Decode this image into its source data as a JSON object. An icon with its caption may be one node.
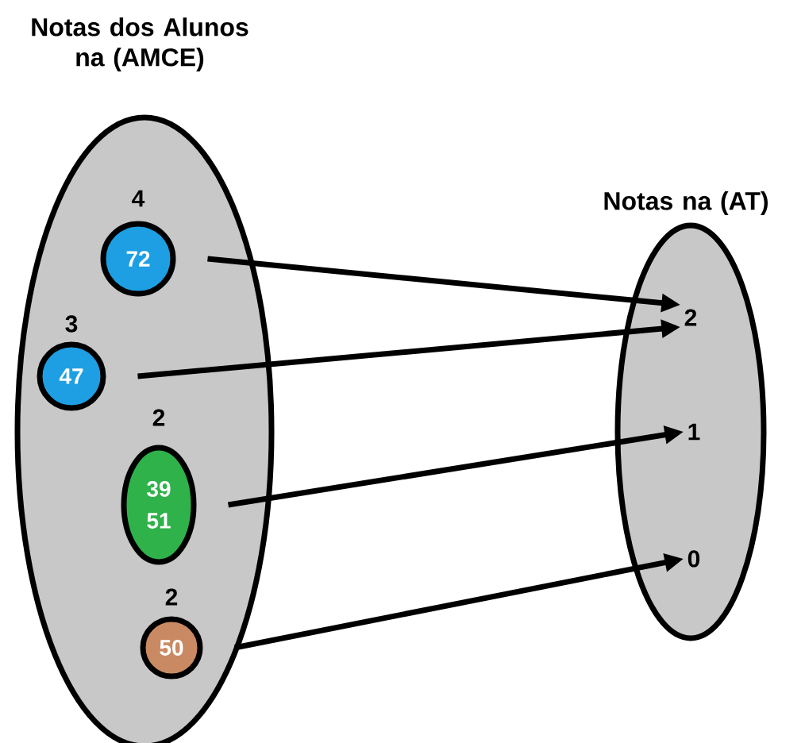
{
  "diagram": {
    "nodes": [
      {
        "text": [
          "Notas dos Alunos na (AMCE)"
        ]
      },
      {
        "text": [
          "72"
        ],
        "beside": [
          "4"
        ],
        "in": 0
      },
      {
        "text": [
          "47"
        ],
        "beside": [
          "3"
        ],
        "in": 0
      },
      {
        "text": [
          "39",
          "51"
        ],
        "beside": [
          "2"
        ],
        "in": 0
      },
      {
        "text": [
          "50"
        ],
        "beside": [
          "2"
        ],
        "in": 0
      },
      {
        "text": [
          "Notas na (AT)"
        ]
      },
      {
        "text": [
          "2"
        ],
        "in": 5
      },
      {
        "text": [
          "1"
        ],
        "in": 5
      },
      {
        "text": [
          "0"
        ],
        "in": 5
      }
    ],
    "edges": [
      {
        "from": 1,
        "to": 6,
        "arrow": "to"
      },
      {
        "from": 2,
        "to": 6,
        "arrow": "to"
      },
      {
        "from": 3,
        "to": 7,
        "arrow": "to"
      },
      {
        "from": 4,
        "to": 8,
        "arrow": "to"
      }
    ]
  }
}
